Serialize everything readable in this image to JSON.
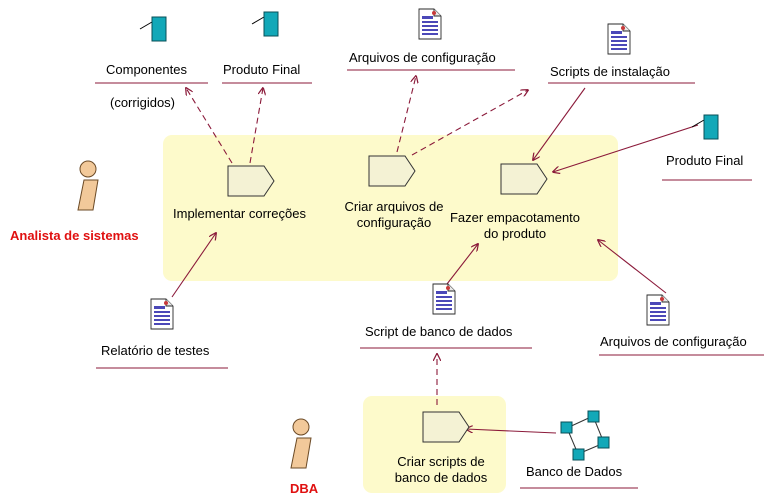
{
  "roles": {
    "analyst": "Analista de sistemas",
    "dba": "DBA"
  },
  "activities": {
    "implement": "Implementar correções",
    "create_config": "Criar arquivos de configuração",
    "packaging": "Fazer empacotamento do produto",
    "create_db_scripts": "Criar scripts de banco de dados"
  },
  "artifacts": {
    "components": "Componentes",
    "components_note": "(corrigidos)",
    "final_product_top": "Produto Final",
    "config_files_top": "Arquivos de configuração",
    "install_scripts": "Scripts de instalação",
    "final_product_right": "Produto Final",
    "test_report": "Relatório de testes",
    "db_script": "Script de banco de dados",
    "config_files_right": "Arquivos de configuração",
    "database": "Banco de Dados"
  },
  "colors": {
    "activity_fill": "#fdfacb",
    "artifact_teal": "#12a8b8",
    "arrow": "#8b1a3a",
    "role_text": "#e01010",
    "actor_fill": "#f2c99a"
  },
  "icons": {
    "actor": "actor-icon",
    "activity": "activity-pentagon-icon",
    "document": "document-icon",
    "outcome": "outcome-flag-icon",
    "model": "model-graph-icon"
  }
}
